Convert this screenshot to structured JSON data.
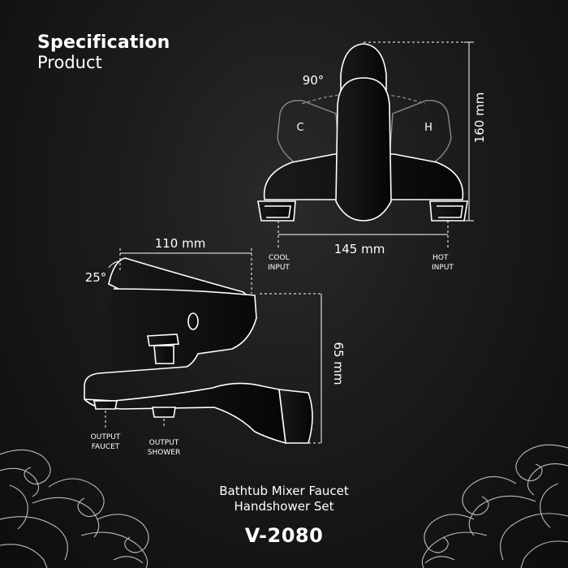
{
  "heading": {
    "title": "Specification",
    "subtitle": "Product"
  },
  "front_view": {
    "angle": "90°",
    "cold_mark": "C",
    "hot_mark": "H",
    "height": "160 mm",
    "width": "145 mm",
    "cool_input": [
      "COOL",
      "INPUT"
    ],
    "hot_input": [
      "HOT",
      "INPUT"
    ]
  },
  "side_view": {
    "length": "110 mm",
    "angle": "25°",
    "height": "65 mm",
    "output_faucet": [
      "OUTPUT",
      "FAUCET"
    ],
    "output_shower": [
      "OUTPUT",
      "SHOWER"
    ]
  },
  "product": {
    "name_line1": "Bathtub Mixer Faucet",
    "name_line2": "Handshower Set",
    "model": "V-2080"
  },
  "colors": {
    "background": "#1b1b1b",
    "line": "#ffffff",
    "handle_ghost": "#8a8a8a"
  },
  "icons": [
    "swirl-wave-ornament-left-icon",
    "swirl-wave-ornament-right-icon"
  ]
}
